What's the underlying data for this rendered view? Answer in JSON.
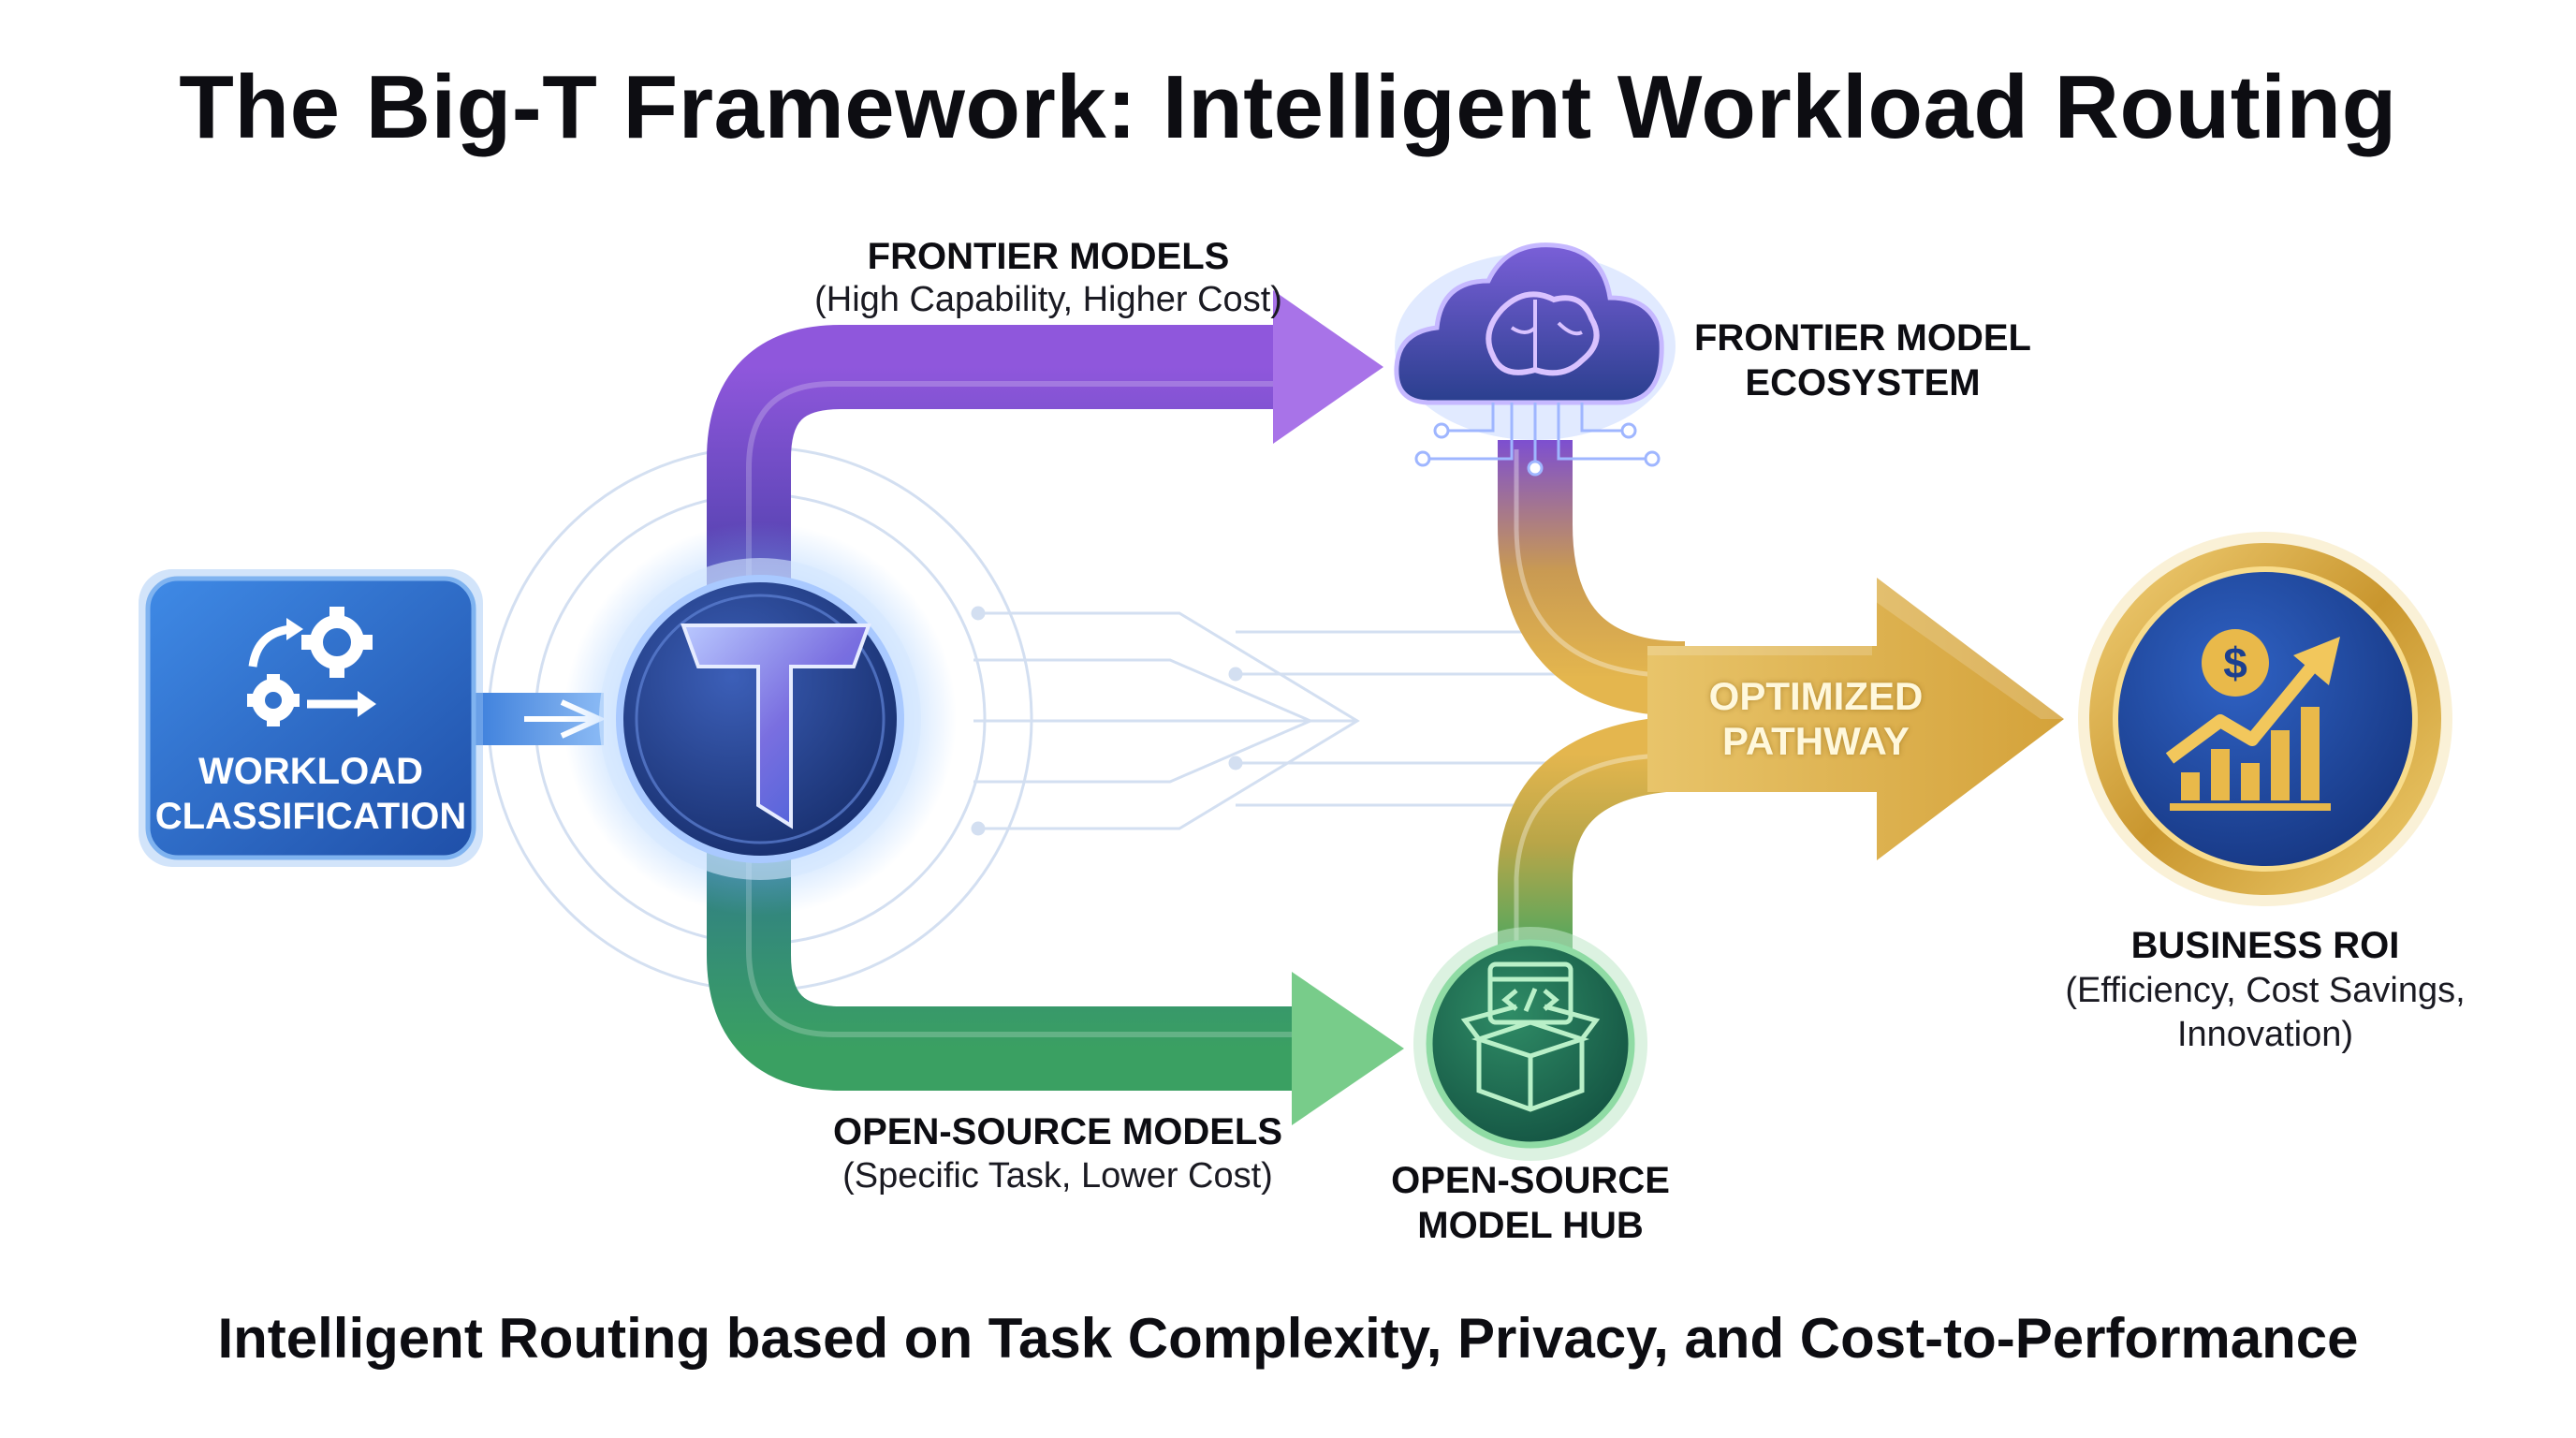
{
  "title": "The Big-T Framework: Intelligent Workload Routing",
  "footer": "Intelligent Routing based on Task Complexity, Privacy, and Cost-to-Performance",
  "nodes": {
    "workload": {
      "line1": "WORKLOAD",
      "line2": "CLASSIFICATION"
    },
    "router": {
      "letter": "T"
    },
    "frontier_ecosystem": {
      "line1": "FRONTIER MODEL",
      "line2": "ECOSYSTEM"
    },
    "opensource_hub": {
      "line1": "OPEN-SOURCE",
      "line2": "MODEL HUB"
    },
    "roi": {
      "title": "BUSINESS ROI",
      "line1": "(Efficiency, Cost Savings,",
      "line2": "Innovation)",
      "symbol": "$"
    }
  },
  "paths": {
    "frontier": {
      "title": "FRONTIER MODELS",
      "subtitle": "(High Capability, Higher Cost)",
      "color": "#8a4fd6"
    },
    "opensource": {
      "title": "OPEN-SOURCE MODELS",
      "subtitle": "(Specific Task, Lower Cost)",
      "color": "#3fa866"
    },
    "optimized": {
      "line1": "OPTIMIZED",
      "line2": "PATHWAY",
      "color": "#e0b24a"
    }
  },
  "icons": [
    "gears-icon",
    "arrow-icon",
    "t-logo-icon",
    "brain-cloud-icon",
    "code-box-icon",
    "growth-chart-icon",
    "dollar-coin-icon"
  ],
  "colors": {
    "blue": "#2f6fd0",
    "navy": "#1c3f8f",
    "purple": "#8a4fd6",
    "green": "#3fa866",
    "gold": "#d9a93c"
  }
}
